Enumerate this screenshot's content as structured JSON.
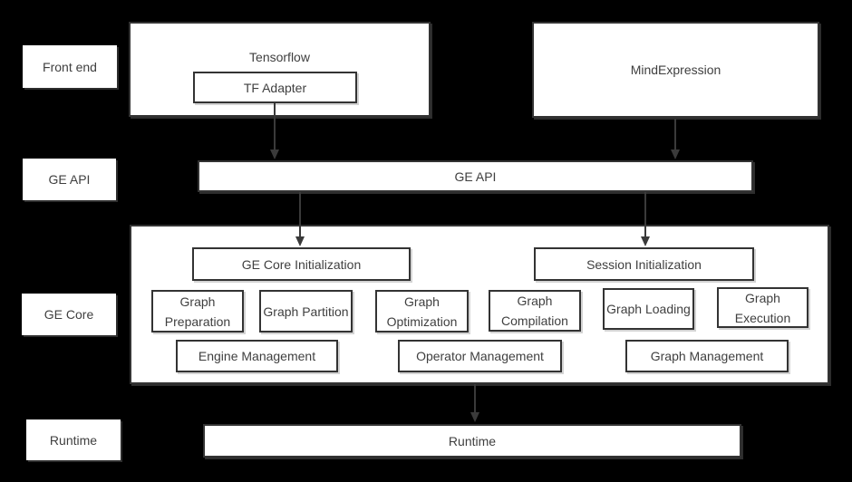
{
  "colors": {
    "background": "#000000",
    "box_fill": "#ffffff",
    "box_border": "#333333",
    "text": "#3f3f3f",
    "arrow": "#3a3a3a"
  },
  "layers": {
    "front_end": "Front end",
    "ge_api": "GE API",
    "ge_core": "GE Core",
    "runtime": "Runtime"
  },
  "front_end": {
    "tensorflow": "Tensorflow",
    "tf_adapter": "TF Adapter",
    "mind_expression": "MindExpression"
  },
  "ge_api": {
    "bar": "GE API"
  },
  "ge_core": {
    "ge_core_initialization": "GE Core Initialization",
    "session_initialization": "Session Initialization",
    "stages": [
      "Graph Preparation",
      "Graph Partition",
      "Graph Optimization",
      "Graph Compilation",
      "Graph Loading",
      "Graph Execution"
    ],
    "management": [
      "Engine Management",
      "Operator Management",
      "Graph Management"
    ]
  },
  "runtime": {
    "bar": "Runtime"
  }
}
